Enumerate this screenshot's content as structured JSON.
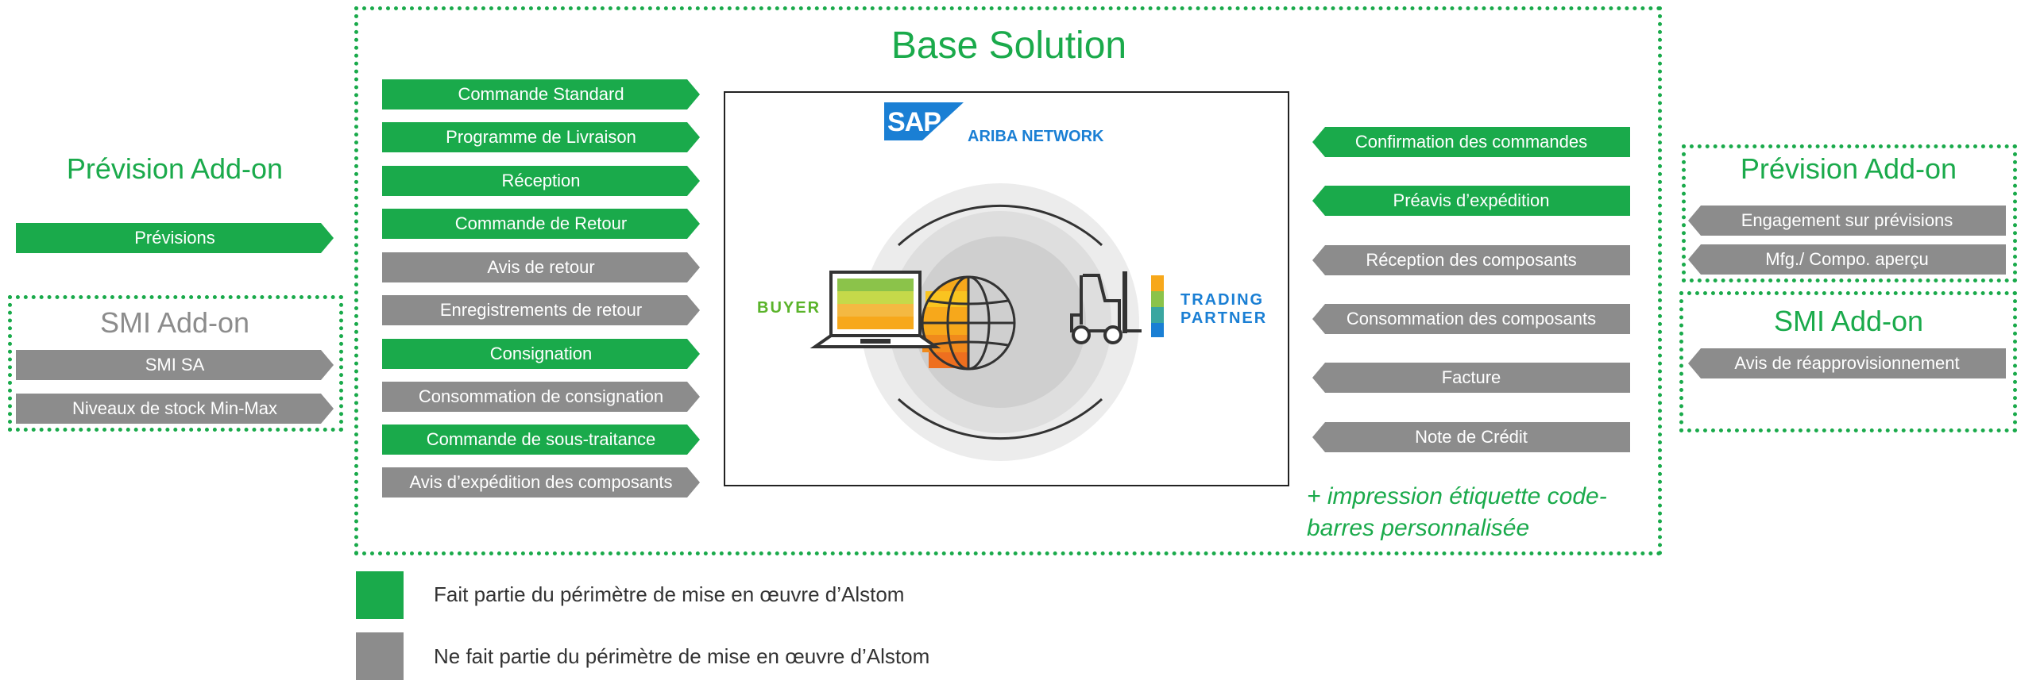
{
  "colors": {
    "green": "#1aaa4b",
    "gray": "#8c8c8c",
    "blue": "#1a7fd4"
  },
  "base": {
    "title": "Base Solution",
    "left_items": [
      {
        "label": "Commande Standard",
        "color": "green"
      },
      {
        "label": "Programme de Livraison",
        "color": "green"
      },
      {
        "label": "Réception",
        "color": "green"
      },
      {
        "label": "Commande de Retour",
        "color": "green"
      },
      {
        "label": "Avis de retour",
        "color": "gray"
      },
      {
        "label": "Enregistrements  de retour",
        "color": "gray"
      },
      {
        "label": "Consignation",
        "color": "green"
      },
      {
        "label": "Consommation de consignation",
        "color": "gray"
      },
      {
        "label": "Commande de sous-traitance",
        "color": "green"
      },
      {
        "label": "Avis d’expédition des composants",
        "color": "gray"
      }
    ],
    "right_items": [
      {
        "label": "Confirmation des commandes",
        "color": "green"
      },
      {
        "label": "Préavis d’expédition",
        "color": "green"
      },
      {
        "label": "Réception des composants",
        "color": "gray"
      },
      {
        "label": "Consommation des composants",
        "color": "gray"
      },
      {
        "label": "Facture",
        "color": "gray"
      },
      {
        "label": "Note de Crédit",
        "color": "gray"
      }
    ],
    "note": "+ impression étiquette code-barres personnalisée"
  },
  "center": {
    "logo_sap": "SAP",
    "ariba": "ARIBA NETWORK",
    "buyer": "BUYER",
    "trading_partner_1": "TRADING",
    "trading_partner_2": "PARTNER"
  },
  "left_panel": {
    "prevision_title": "Prévision Add-on",
    "prevision_item": "Prévisions",
    "smi_title": "SMI Add-on",
    "smi_items": [
      "SMI SA",
      "Niveaux de stock  Min-Max"
    ]
  },
  "right_panel": {
    "prevision_title": "Prévision Add-on",
    "prevision_items": [
      "Engagement sur prévisions",
      "Mfg./ Compo. aperçu"
    ],
    "smi_title": "SMI Add-on",
    "smi_items": [
      "Avis de réapprovisionnement"
    ]
  },
  "legend": [
    {
      "label": "Fait partie du périmètre de mise en œuvre d’Alstom",
      "color": "green"
    },
    {
      "label": "Ne fait partie du périmètre de mise en œuvre d’Alstom",
      "color": "gray"
    }
  ]
}
